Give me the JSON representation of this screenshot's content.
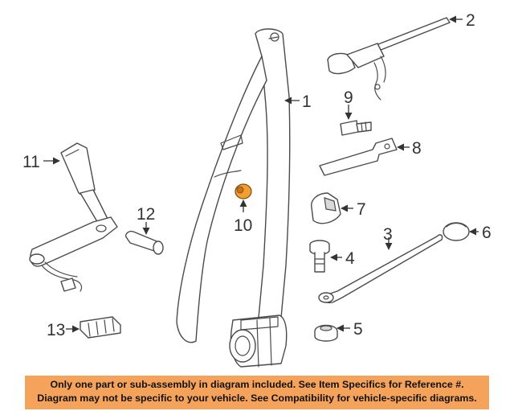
{
  "callouts": {
    "c1": "1",
    "c2": "2",
    "c3": "3",
    "c4": "4",
    "c5": "5",
    "c6": "6",
    "c7": "7",
    "c8": "8",
    "c9": "9",
    "c10": "10",
    "c11": "11",
    "c12": "12",
    "c13": "13"
  },
  "highlight_color": "#f0a030",
  "banner": {
    "line1": "Only one part or sub-assembly in diagram included. See Item Specifics for Reference #.",
    "line2": "Diagram may not be specific to your vehicle. See Compatibility for vehicle-specific diagrams.",
    "background": "#f5a25a"
  }
}
